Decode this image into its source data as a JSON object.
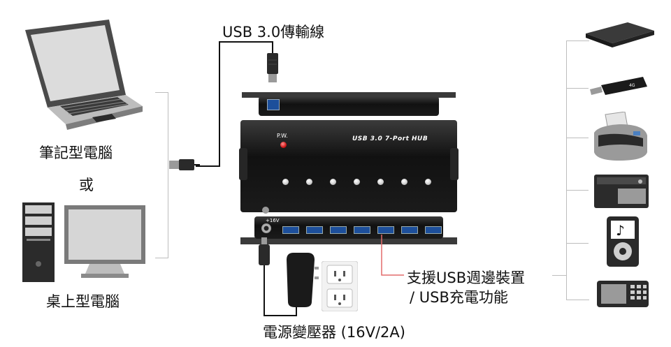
{
  "cable_label": "USB 3.0傳輸線",
  "laptop_label": "筆記型電腦",
  "or_label": "或",
  "desktop_label": "桌上型電腦",
  "hub": {
    "power_led_label": "P.W.",
    "model_text": "USB 3.0 7-Port HUB",
    "dc_label": "+16V",
    "port_count": 7
  },
  "support_label_line1": "支援USB週邊裝置",
  "support_label_line2": "/ USB充電功能",
  "adapter_label": "電源變壓器 (16V/2A)",
  "devices": [
    "external-hdd",
    "usb-flash-drive",
    "printer",
    "camera",
    "mp3-player",
    "mobile-phone"
  ],
  "colors": {
    "hub_body": "#151515",
    "usb3_port": "#1d4f9b",
    "power_led": "#d01818",
    "connector_line": "#e36b6b",
    "bracket_line": "#bdbdbd"
  }
}
